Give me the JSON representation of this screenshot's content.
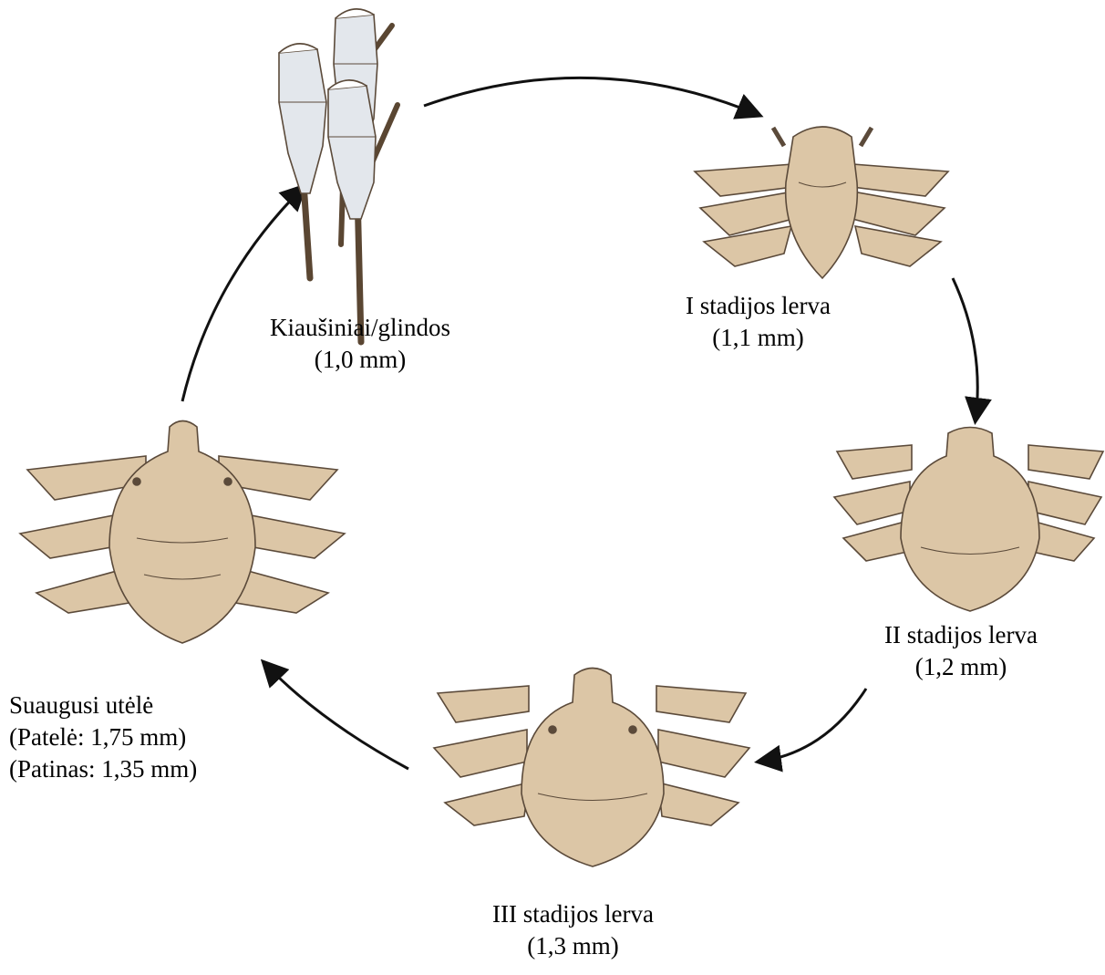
{
  "colors": {
    "body": "#DCC6A6",
    "outline": "#5B4A3A",
    "egg": "#E3E7EC",
    "hair": "#5A4632",
    "arrow": "#111111"
  },
  "stages": {
    "eggs": {
      "name": "Kiaušiniai/glindos",
      "size": "(1,0 mm)"
    },
    "nymph1": {
      "name": "I stadijos lerva",
      "size": "(1,1 mm)"
    },
    "nymph2": {
      "name": "II stadijos lerva",
      "size": "(1,2 mm)"
    },
    "nymph3": {
      "name": "III stadijos lerva",
      "size": "(1,3 mm)"
    },
    "adult": {
      "name": "Suaugusi utėlė",
      "female": "(Patelė: 1,75 mm)",
      "male": "(Patinas: 1,35 mm)"
    }
  }
}
